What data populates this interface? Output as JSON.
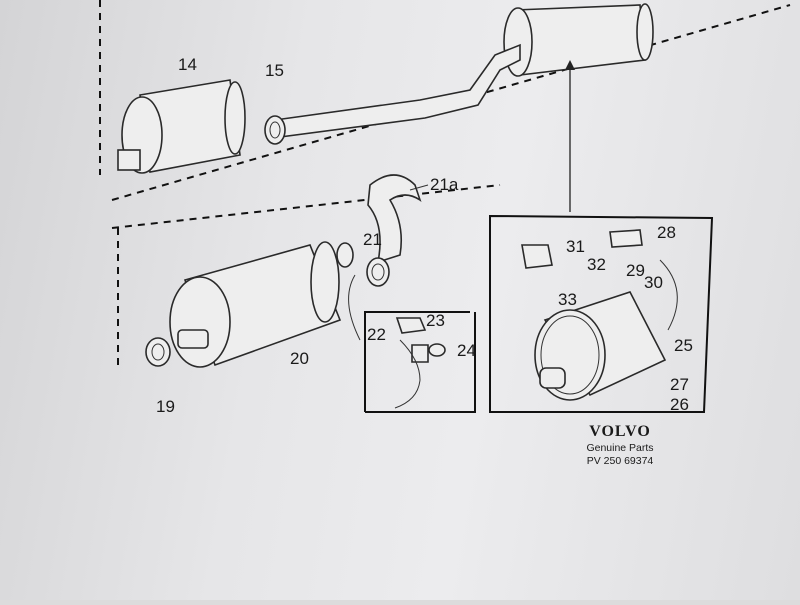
{
  "diagram": {
    "callouts": {
      "c14": "14",
      "c15": "15",
      "c21a": "21a",
      "c21": "21",
      "c20": "20",
      "c19": "19",
      "c22": "22",
      "c23": "23",
      "c24": "24",
      "c31": "31",
      "c32": "32",
      "c28": "28",
      "c29": "29",
      "c30": "30",
      "c33": "33",
      "c25": "25",
      "c27": "27",
      "c26": "26"
    },
    "brand": {
      "logo": "VOLVO",
      "subtitle": "Genuine Parts",
      "code": "PV 250 69374"
    }
  }
}
